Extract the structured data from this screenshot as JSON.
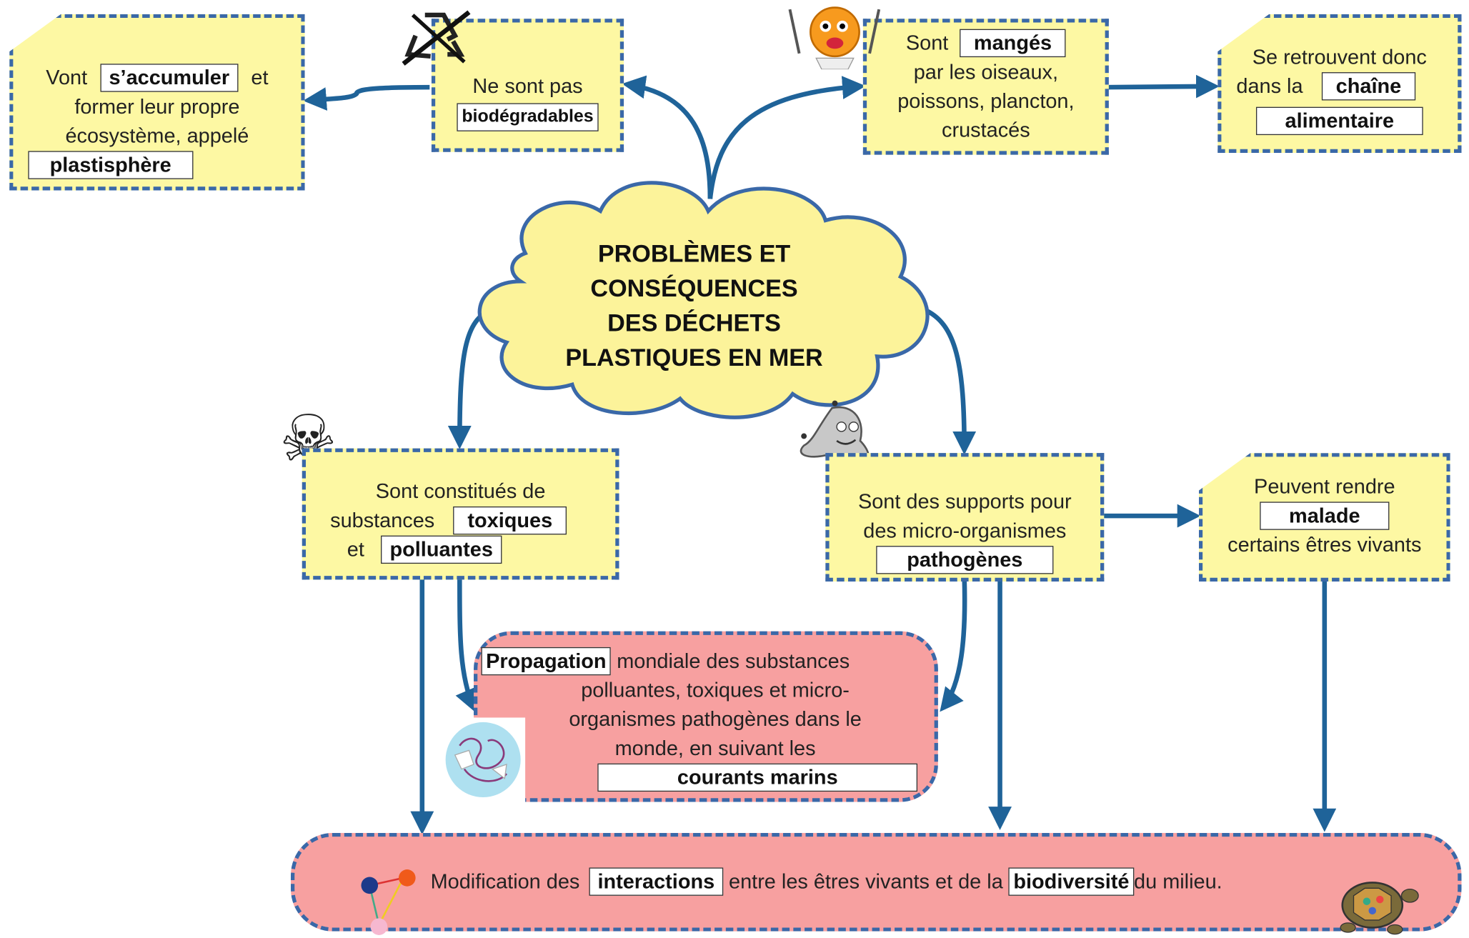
{
  "center": {
    "title_lines": [
      "PROBLÈMES ET",
      "CONSÉQUENCES",
      "DES DÉCHETS",
      "PLASTIQUES EN MER"
    ]
  },
  "box_accumuler": {
    "t1": "Vont",
    "kw1": "s’accumuler",
    "t2": "et",
    "t3": "former leur propre",
    "t4": "écosystème, appelé",
    "kw2": "plastisphère"
  },
  "box_biodegradable": {
    "t1": "Ne sont  pas",
    "kw": "biodégradables"
  },
  "box_manges": {
    "t1": "Sont",
    "kw": "mangés",
    "t2": "par les oiseaux,",
    "t3": "poissons, plancton,",
    "t4": "crustacés"
  },
  "box_chaine": {
    "t1": "Se retrouvent donc",
    "t2": "dans la",
    "kw1": "chaîne",
    "kw2": "alimentaire"
  },
  "box_toxiques": {
    "t1": "Sont constitués de",
    "t2": "substances",
    "kw1": "toxiques",
    "t3": "et",
    "kw2": "polluantes"
  },
  "box_pathogenes": {
    "t1": "Sont des supports pour",
    "t2": "des micro-organismes",
    "kw": "pathogènes"
  },
  "box_malade": {
    "t1": "Peuvent rendre",
    "kw": "malade",
    "t2": "certains êtres vivants"
  },
  "box_propagation": {
    "kw1": "Propagation",
    "t1": "mondiale des substances",
    "t2": "polluantes, toxiques et micro-",
    "t3": "organismes pathogènes dans le",
    "t4": "monde, en suivant les",
    "kw2": "courants marins"
  },
  "box_interactions": {
    "t1": "Modification des",
    "kw1": "interactions",
    "t2": "entre les êtres vivants et de la",
    "kw2": "biodiversité",
    "t3": "du milieu."
  },
  "colors": {
    "box_fill": "#fdf8a3",
    "border": "#3a68a8",
    "arrow": "#1f6399",
    "pink": "#f7a0a0",
    "cloud": "#fcf39a"
  },
  "icons": [
    "recycle-crossed-icon",
    "smiley-eating-icon",
    "skull-crossbones-icon",
    "germ-monster-icon",
    "world-map-icon",
    "network-nodes-icon",
    "turtle-icon"
  ]
}
